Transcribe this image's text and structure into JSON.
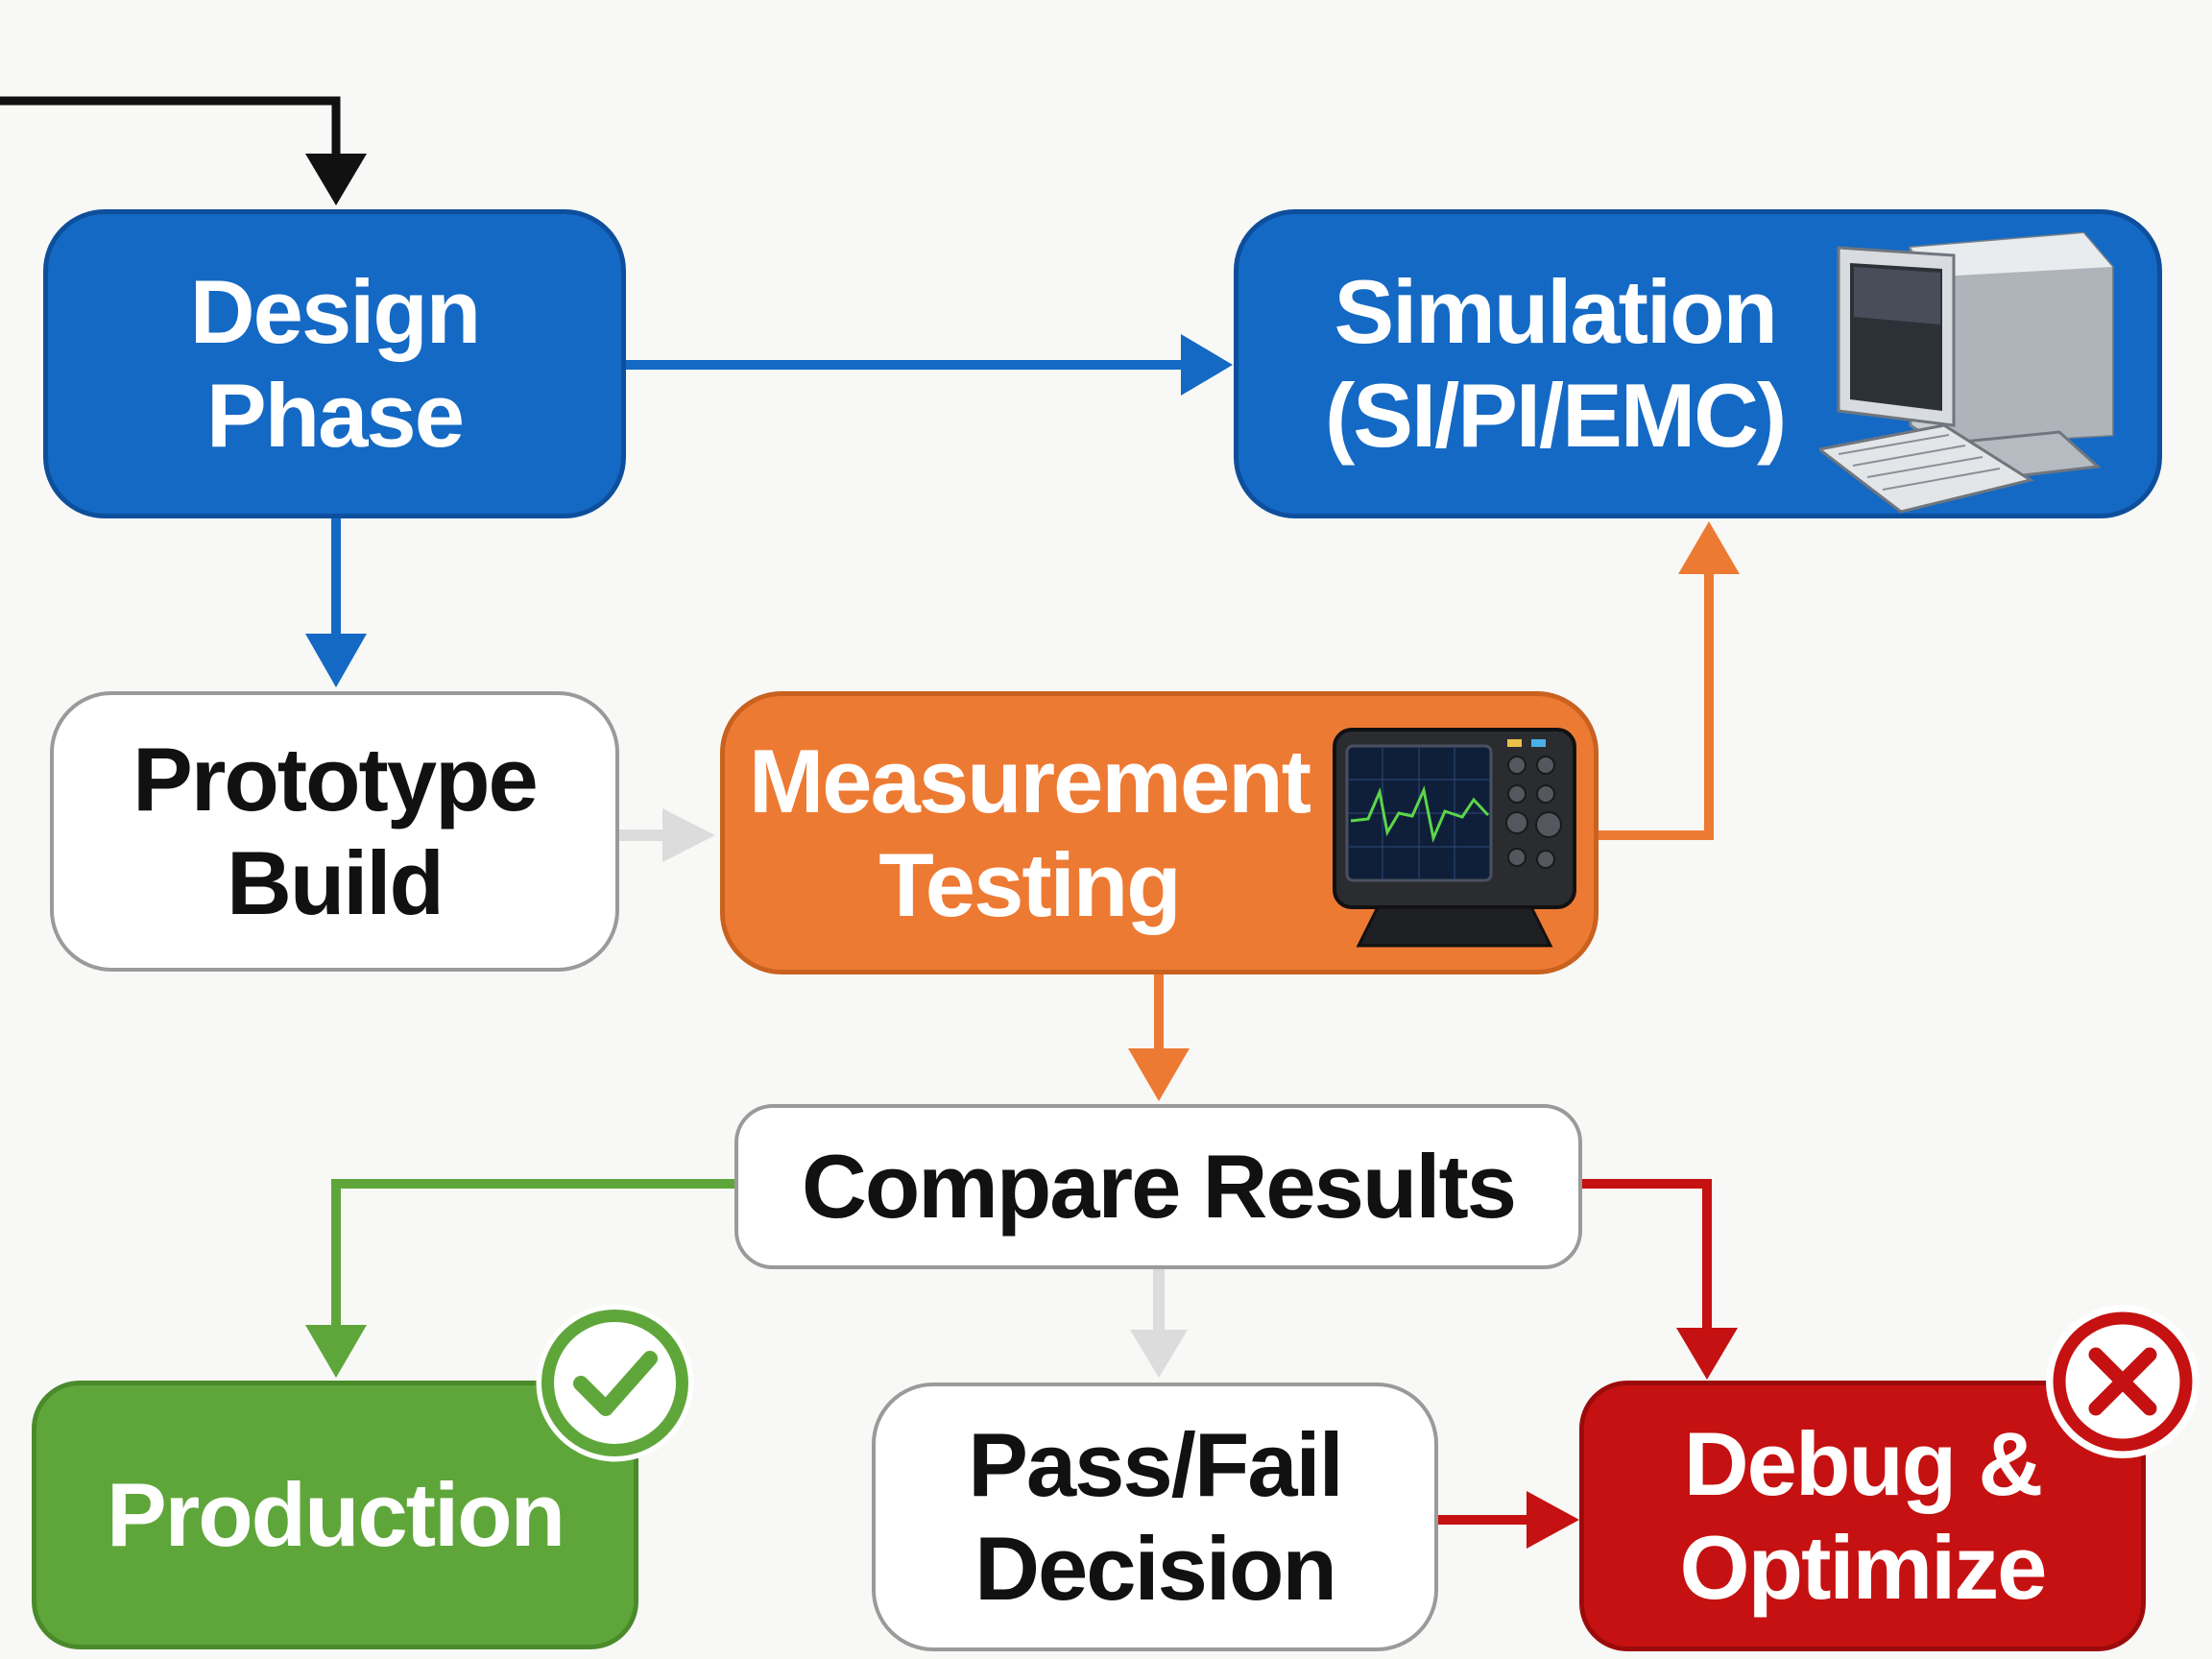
{
  "nodes": {
    "design": "Design\nPhase",
    "simulation": "Simulation\n(SI/PI/EMC)",
    "prototype": "Prototype\nBuild",
    "measurement": "Measurement\nTesting",
    "compare": "Compare Results",
    "production": "Production",
    "passfail": "Pass/Fail\nDecision",
    "debug": "Debug &\nOptimize"
  },
  "icons": {
    "simulation": "computer-icon",
    "measurement": "oscilloscope-icon",
    "production": "check-badge-icon",
    "debug": "cross-badge-icon"
  },
  "colors": {
    "blue": "#1469c4",
    "orange": "#ed7a33",
    "green": "#5fa63a",
    "red": "#c51111",
    "black": "#111111",
    "gray": "#d6d6d6"
  }
}
